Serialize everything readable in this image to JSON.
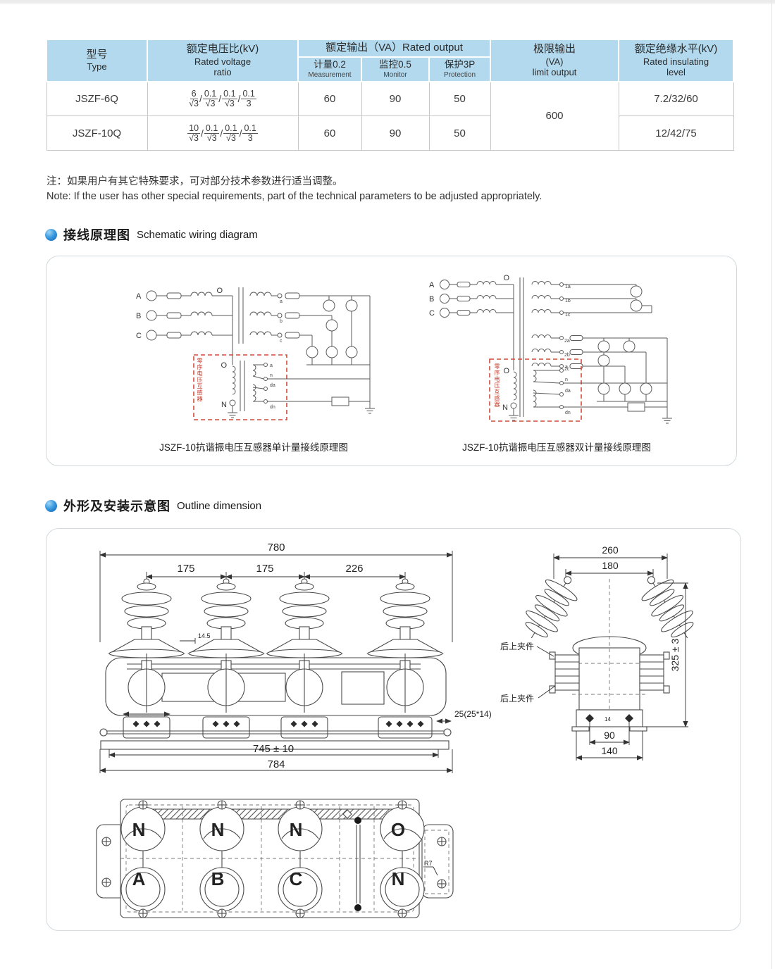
{
  "table": {
    "header": {
      "type_zh": "型号",
      "type_en": "Type",
      "ratio_zh": "额定电压比(kV)",
      "ratio_en1": "Rated voltage",
      "ratio_en2": "ratio",
      "output_zh": "额定输出（VA）Rated output",
      "sub": [
        {
          "zh": "计量0.2",
          "en": "Measurement"
        },
        {
          "zh": "监控0.5",
          "en": "Monitor"
        },
        {
          "zh": "保护3P",
          "en": "Protection"
        }
      ],
      "limit_zh": "极限输出",
      "limit_va": "(VA)",
      "limit_en": "limit output",
      "insul_zh": "额定绝缘水平(kV)",
      "insul_en1": "Rated insulating",
      "insul_en2": "level"
    },
    "rows": [
      {
        "type": "JSZF-6Q",
        "ratio": [
          {
            "n": "6",
            "d": "√3"
          },
          {
            "n": "0.1",
            "d": "√3"
          },
          {
            "n": "0.1",
            "d": "√3"
          },
          {
            "n": "0.1",
            "d": "3"
          }
        ],
        "measurement": "60",
        "monitor": "90",
        "protection": "50",
        "insulating": "7.2/32/60"
      },
      {
        "type": "JSZF-10Q",
        "ratio": [
          {
            "n": "10",
            "d": "√3"
          },
          {
            "n": "0.1",
            "d": "√3"
          },
          {
            "n": "0.1",
            "d": "√3"
          },
          {
            "n": "0.1",
            "d": "3"
          }
        ],
        "measurement": "60",
        "monitor": "90",
        "protection": "50",
        "insulating": "12/42/75"
      }
    ],
    "limit_output": "600"
  },
  "notes": {
    "zh": "注：如果用户有其它特殊要求，可对部分技术参数进行适当调整。",
    "en": "Note: If the user has other special requirements, part of the technical  parameters to be adjusted appropriately."
  },
  "sections": {
    "wiring": {
      "zh": "接线原理图",
      "en": "Schematic wiring diagram"
    },
    "outline": {
      "zh": "外形及安装示意图",
      "en": "Outline dimension"
    }
  },
  "wiring": {
    "phases": [
      "A",
      "B",
      "C"
    ],
    "zero_seq_label": "零序电压互感器",
    "left": {
      "caption": "JSZF-10抗谐振电压互感器单计量接线原理图",
      "o_top": "O",
      "o_box": "O",
      "n_box": "N",
      "sec_terminals": [
        "a",
        "b",
        "c"
      ],
      "aux_terminals": {
        "a": "a",
        "n": "n",
        "da": "da",
        "dn": "dn"
      }
    },
    "right": {
      "caption": "JSZF-10抗谐振电压互感器双计量接线原理图",
      "o_top": "O",
      "o_box": "O",
      "n_box": "N",
      "group1": [
        "1a",
        "1b",
        "1c"
      ],
      "group2": [
        "2a",
        "2b",
        "2c"
      ],
      "aux_terminals": {
        "a": "a",
        "n": "n",
        "da": "da",
        "dn": "dn"
      }
    }
  },
  "outline": {
    "front": {
      "dim_780": "780",
      "dim_175a": "175",
      "dim_175b": "175",
      "dim_226": "226",
      "dim_145": "14.5",
      "dim_745": "745 ± 10",
      "dim_784": "784",
      "dim_slot": "25(25*14)"
    },
    "side": {
      "dim_260": "260",
      "dim_180": "180",
      "dim_325": "325 ± 3",
      "dim_90": "90",
      "dim_140": "140",
      "dim_14": "14",
      "clamp_top": "后上夹件",
      "clamp_bottom": "后上夹件"
    },
    "plan": {
      "top_labels": [
        "N",
        "N",
        "N",
        "O"
      ],
      "bottom_labels": [
        "A",
        "B",
        "C",
        "N"
      ],
      "r7": "R7"
    }
  },
  "colors": {
    "header_blue": "#b2d9ee",
    "accent_blue": "#1878c8",
    "dashed_red": "#d44a3a"
  }
}
